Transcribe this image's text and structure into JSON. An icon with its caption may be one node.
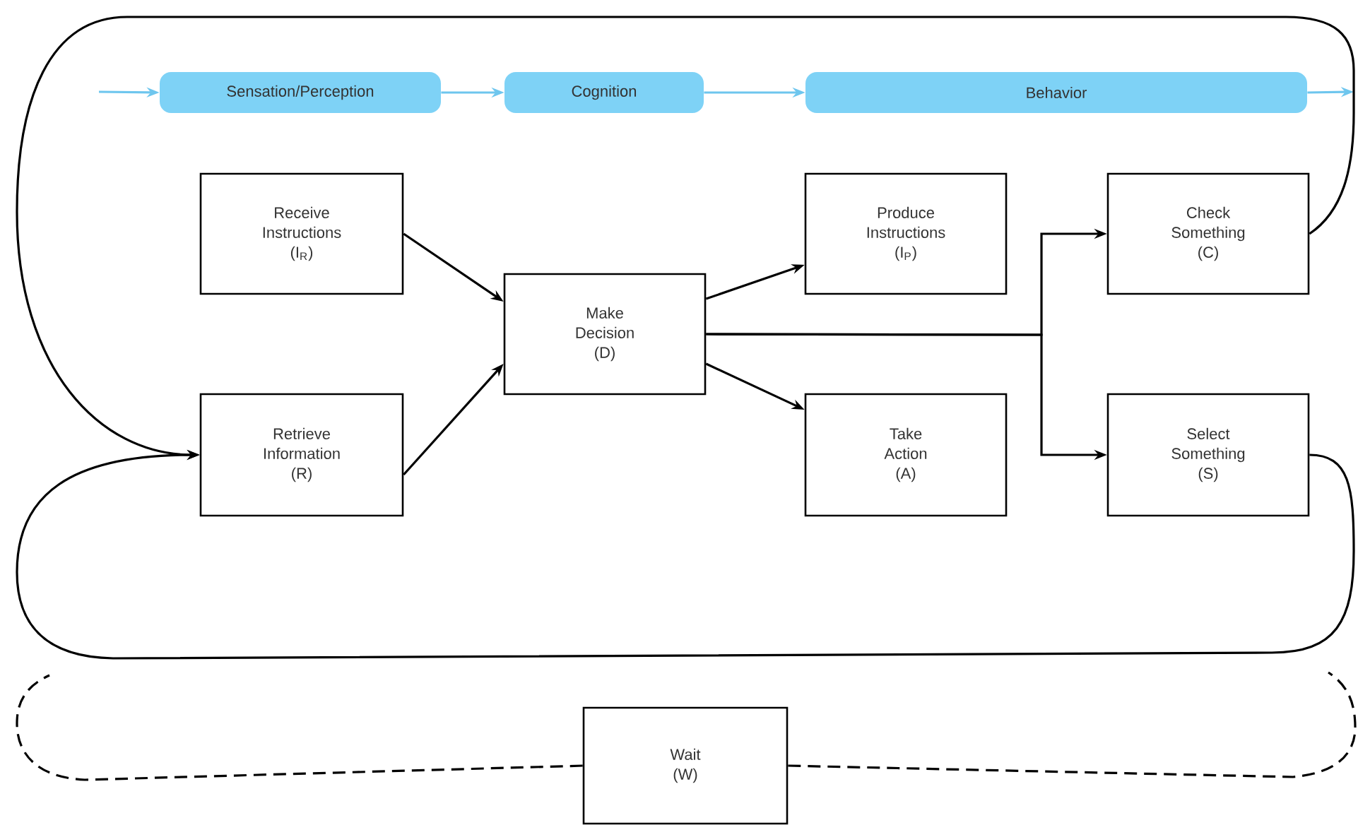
{
  "diagram": {
    "nodes": [
      {
        "text": [
          "Sensation/Perception"
        ]
      },
      {
        "text": [
          "Cognition"
        ]
      },
      {
        "text": [
          "Behavior"
        ]
      },
      {
        "text": [
          "Receive Instructions (I$_{R}$)"
        ]
      },
      {
        "text": [
          "Retrieve Information (R)"
        ]
      },
      {
        "text": [
          "Make Decision (D)"
        ]
      },
      {
        "text": [
          "Produce Instructions (I$_{P}$)"
        ]
      },
      {
        "text": [
          "Take Action (A)"
        ]
      },
      {
        "text": [
          "Check Something (C)"
        ]
      },
      {
        "text": [
          "Select Something (S)"
        ]
      },
      {
        "text": [
          "Wait (W)"
        ]
      }
    ],
    "edges": [
      {
        "from": null,
        "to": 0,
        "arrow": "to",
        "color": "#6ec6ee"
      },
      {
        "from": 0,
        "to": 1,
        "arrow": "to",
        "color": "#6ec6ee"
      },
      {
        "from": 1,
        "to": 2,
        "arrow": "to",
        "color": "#6ec6ee"
      },
      {
        "from": 2,
        "to": null,
        "arrow": "to",
        "color": "#6ec6ee"
      },
      {
        "from": 3,
        "to": 5,
        "arrow": "to"
      },
      {
        "from": 4,
        "to": 5,
        "arrow": "to"
      },
      {
        "from": 5,
        "to": 6,
        "arrow": "to"
      },
      {
        "from": 5,
        "to": 7,
        "arrow": "to"
      },
      {
        "from": 5,
        "to": 8,
        "arrow": "to"
      },
      {
        "from": 5,
        "to": 9,
        "arrow": "to"
      },
      {
        "from": 8,
        "to": 4,
        "arrow": "to"
      },
      {
        "from": 9,
        "to": 4,
        "arrow": "to"
      },
      {
        "from": 10,
        "to": null,
        "arrow": "none",
        "style": "dashed"
      },
      {
        "from": 10,
        "to": null,
        "arrow": "none",
        "style": "dashed"
      }
    ]
  }
}
